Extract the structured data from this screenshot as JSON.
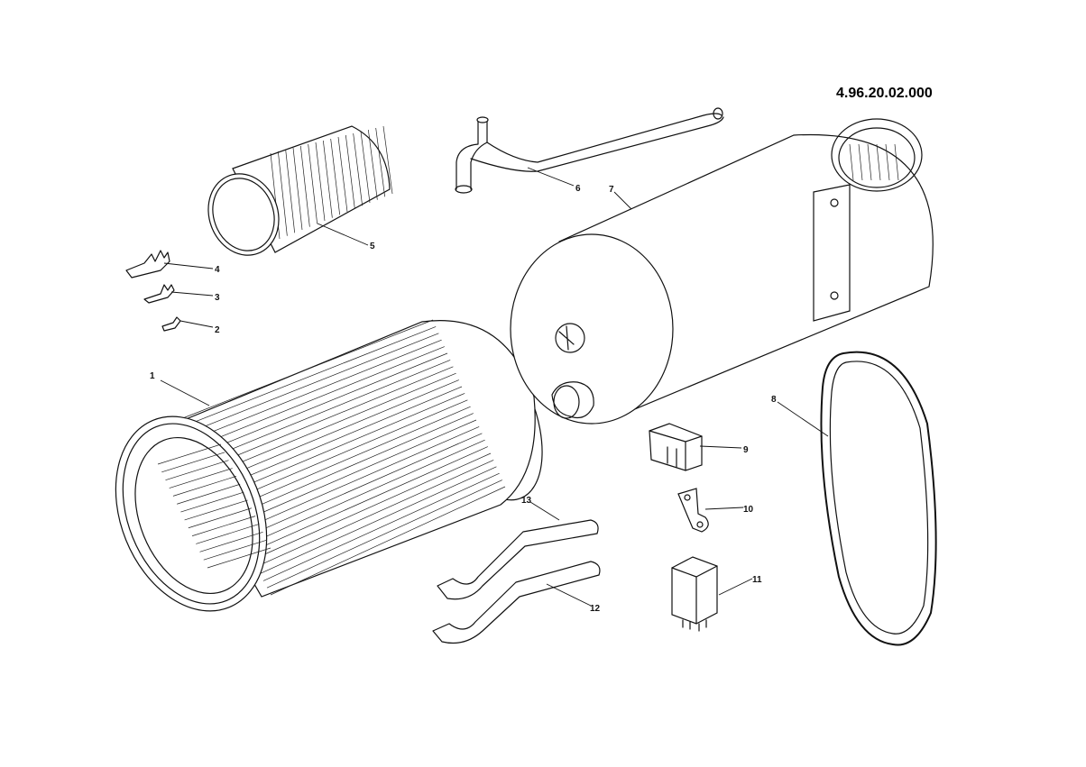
{
  "drawing_code": "4.96.20.02.000",
  "callouts": [
    {
      "id": "1",
      "label": "1"
    },
    {
      "id": "2",
      "label": "2"
    },
    {
      "id": "3",
      "label": "3"
    },
    {
      "id": "4",
      "label": "4"
    },
    {
      "id": "5",
      "label": "5"
    },
    {
      "id": "6",
      "label": "6"
    },
    {
      "id": "7",
      "label": "7"
    },
    {
      "id": "8",
      "label": "8"
    },
    {
      "id": "9",
      "label": "9"
    },
    {
      "id": "10",
      "label": "10"
    },
    {
      "id": "11",
      "label": "11"
    },
    {
      "id": "12",
      "label": "12"
    },
    {
      "id": "13",
      "label": "13"
    }
  ]
}
